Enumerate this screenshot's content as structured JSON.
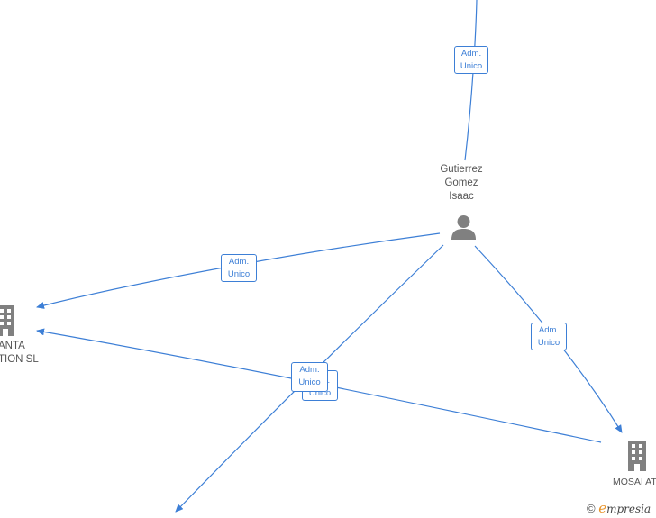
{
  "nodes": {
    "person": {
      "name": [
        "Gutierrez",
        "Gomez",
        "Isaac"
      ]
    },
    "company_left": {
      "name": [
        "ANTA",
        "TION  SL"
      ]
    },
    "company_right": {
      "name": [
        "MOSAI AT"
      ]
    }
  },
  "edges": {
    "top": {
      "label": [
        "Adm.",
        "Unico"
      ]
    },
    "left_upper": {
      "label": [
        "Adm.",
        "Unico"
      ]
    },
    "right": {
      "label": [
        "Adm.",
        "Unico"
      ]
    },
    "center_back": {
      "label": [
        "Adm.",
        "Unico"
      ]
    },
    "center_front": {
      "label": [
        "Adm.",
        "Unico"
      ]
    }
  },
  "watermark": {
    "symbol": "©",
    "brand_initial": "e",
    "brand_rest": "mpresia"
  },
  "colors": {
    "edge": "#3d7fd6",
    "icon": "#808080",
    "brand": "#e8932a"
  }
}
